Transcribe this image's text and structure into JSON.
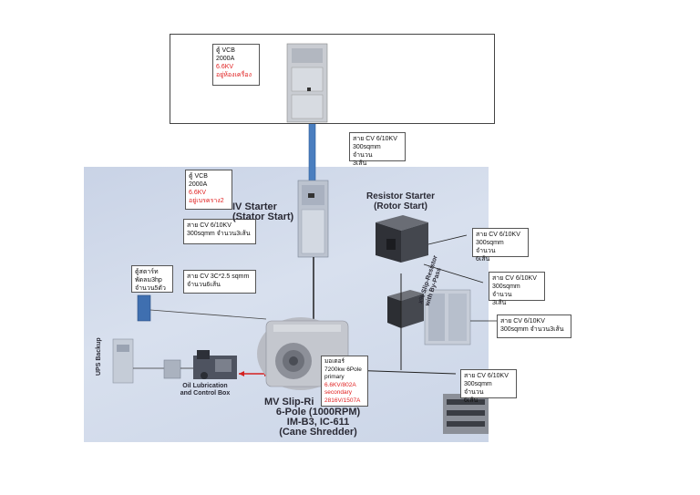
{
  "vcb_top": {
    "title": "ตู้ VCB",
    "rating": "2000A",
    "voltage": "6.6KV",
    "location": "อยู่ห้องเครื่อง"
  },
  "cable_vertical": {
    "line1": "สาย CV 6/10KV",
    "line2": "300sqmm จำนวน",
    "line3": "3เส้น"
  },
  "vcb_lower": {
    "title": "ตู้ VCB",
    "rating": "2000A",
    "voltage": "6.6KV",
    "location": "อยู่เบรคราง2"
  },
  "stator_cable": {
    "line1": "สาย CV 6/10KV",
    "line2": "300sqmm จำนวน3เส้น"
  },
  "control_cabinet": {
    "line1": "ตู้สตาร์ท",
    "line2": "พัดลม3hp",
    "line3": "จำนวน5ตัว"
  },
  "control_cable": {
    "line1": "สาย CV 3C*2.5  sqmm",
    "line2": "จำนวน6เส้น"
  },
  "resistor_cable_1": {
    "line1": "สาย CV 6/10KV",
    "line2": "300sqmm จำนวน",
    "line3": "6เส้น"
  },
  "resistor_cable_2": {
    "line1": "สาย CV 6/10KV",
    "line2": "300sqmm จำนวน",
    "line3": "3เส้น"
  },
  "bypass_cable": {
    "line1": "สาย CV 6/10KV",
    "line2": "300sqmm จำนวน3เส้น"
  },
  "motor_cable": {
    "line1": "สาย CV 6/10KV",
    "line2": "300sqmm จำนวน",
    "line3": "6เส้น"
  },
  "motor": {
    "title": "มอเตอร์",
    "spec": "7200kw 6Pole",
    "primary_label": "primary",
    "primary_value": "6.6KV/802A",
    "secondary_label": "secondary",
    "secondary_value": "2816V/1507A"
  },
  "photo_labels": {
    "mv_starter_1": "IV Starter",
    "mv_starter_2": "(Stator Start)",
    "resistor_starter_1": "Resistor Starter",
    "resistor_starter_2": "(Rotor Start)",
    "slip_resistor_1": "x% Slip-Resistor",
    "slip_resistor_2": "with By-Pass",
    "ups": "UPS Backup",
    "oil_1": "Oil Lubrication",
    "oil_2": "and Control Box",
    "motor_1": "MV Slip-Ri",
    "motor_2": "6-Pole (1000RPM)",
    "motor_3": "IM-B3, IC-611",
    "motor_4": "(Cane Shredder)"
  },
  "colors": {
    "voltage_red": "#e02020",
    "cable_blue": "#4a7ebf",
    "cabinet_blue": "#3f6fb0"
  }
}
